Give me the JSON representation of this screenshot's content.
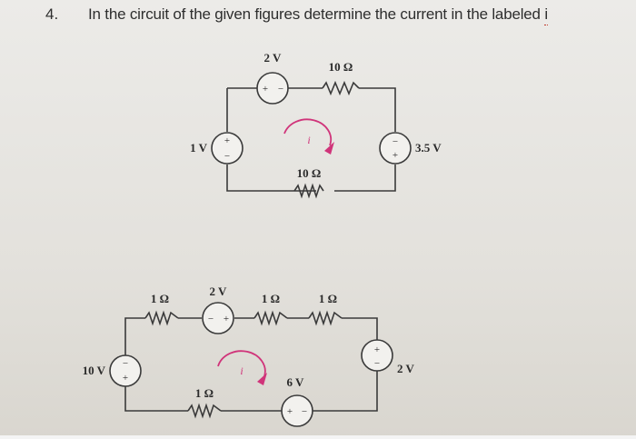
{
  "question": {
    "number": "4.",
    "text": "In the circuit of the given figures determine the current in the labeled ",
    "variable": "i"
  },
  "circuits": [
    {
      "id": "circuit-1",
      "sources": [
        {
          "label": "2 V",
          "position": "top",
          "polarity": "+ -"
        },
        {
          "label": "1 V",
          "position": "left",
          "polarity": "+ top / - bottom"
        },
        {
          "label": "3.5 V",
          "position": "right",
          "polarity": "- top / + bottom"
        }
      ],
      "resistors": [
        {
          "label": "10 Ω",
          "position": "top"
        },
        {
          "label": "10 Ω",
          "position": "bottom"
        }
      ],
      "loop_current": {
        "label": "i",
        "direction": "clockwise",
        "color": "#d0347a"
      }
    },
    {
      "id": "circuit-2",
      "sources": [
        {
          "label": "2 V",
          "position": "top",
          "polarity": "- +"
        },
        {
          "label": "10 V",
          "position": "left",
          "polarity": "- top / + bottom"
        },
        {
          "label": "2 V",
          "position": "right",
          "polarity": "+ top / - bottom"
        },
        {
          "label": "6 V",
          "position": "bottom",
          "polarity": "+ -"
        }
      ],
      "resistors": [
        {
          "label": "1 Ω",
          "position": "top-left"
        },
        {
          "label": "1 Ω",
          "position": "top-middle"
        },
        {
          "label": "1 Ω",
          "position": "top-right"
        },
        {
          "label": "1 Ω",
          "position": "bottom"
        }
      ],
      "loop_current": {
        "label": "i",
        "direction": "clockwise",
        "color": "#d0347a"
      }
    }
  ],
  "symbols": {
    "plus": "+",
    "minus": "−"
  }
}
